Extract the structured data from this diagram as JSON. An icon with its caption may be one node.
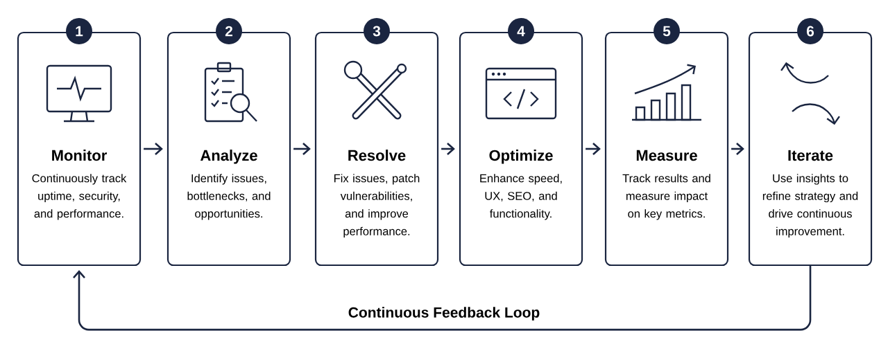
{
  "diagram": {
    "nodes": [
      {
        "text": [
          "1",
          "Monitor",
          "Continuously track uptime, security, and performance."
        ]
      },
      {
        "text": [
          "2",
          "Analyze",
          "Identify issues, bottlenecks, and opportunities."
        ]
      },
      {
        "text": [
          "3",
          "Resolve",
          "Fix issues, patch vulnerabilities, and improve performance."
        ]
      },
      {
        "text": [
          "4",
          "Optimize",
          "Enhance speed, UX, SEO, and functionality."
        ]
      },
      {
        "text": [
          "5",
          "Measure",
          "Track results and measure impact on key metrics."
        ]
      },
      {
        "text": [
          "6",
          "Iterate",
          "Use insights to refine strategy and drive continuous improvement."
        ]
      }
    ],
    "edges": [
      {
        "from": 0,
        "to": 1,
        "arrow": "to"
      },
      {
        "from": 1,
        "to": 2,
        "arrow": "to"
      },
      {
        "from": 2,
        "to": 3,
        "arrow": "to"
      },
      {
        "from": 3,
        "to": 4,
        "arrow": "to"
      },
      {
        "from": 4,
        "to": 5,
        "arrow": "to"
      },
      {
        "from": 5,
        "to": 0,
        "arrow": "to",
        "label": "Continuous Feedback Loop"
      }
    ]
  }
}
